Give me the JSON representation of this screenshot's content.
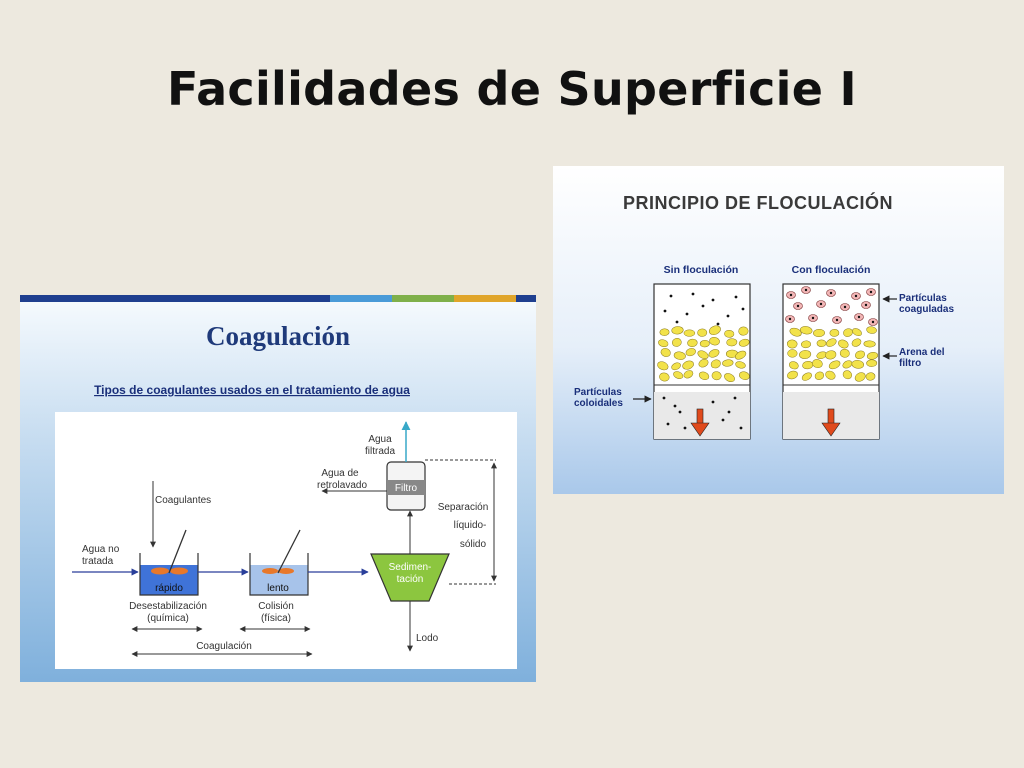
{
  "slide": {
    "title": "Facilidades de Superficie I"
  },
  "coagulation": {
    "heading": "Coagulación",
    "subtitle": "Tipos de coagulantes usados en el tratamiento de agua",
    "labels": {
      "agua_filtrada_1": "Agua",
      "agua_filtrada_2": "filtrada",
      "retrolavado_1": "Agua de",
      "retrolavado_2": "retrolavado",
      "filtro": "Filtro",
      "coagulantes": "Coagulantes",
      "agua_no_tratada_1": "Agua no",
      "agua_no_tratada_2": "tratada",
      "rapido": "rápido",
      "lento": "lento",
      "sedimentacion_1": "Sedimen-",
      "sedimentacion_2": "tación",
      "separacion_1": "Separación",
      "separacion_2": "líquido-",
      "separacion_3": "sólido",
      "desestabilizacion_1": "Desestabilización",
      "desestabilizacion_2": "(química)",
      "colision_1": "Colisión",
      "colision_2": "(física)",
      "lodo": "Lodo",
      "coagulacion_span": "Coagulación"
    },
    "colors": {
      "bar": [
        "#1f3f8f",
        "#4a9bd8",
        "#7fb04a",
        "#e0a52a",
        "#1f3f8f"
      ],
      "sedimentation": "#8cc63f",
      "tank_water": "#3f73d8"
    }
  },
  "flocculation": {
    "heading": "PRINCIPIO DE FLOCULACIÓN",
    "sin_label": "Sin floculación",
    "con_label": "Con floculación",
    "particulas_coaguladas_1": "Partículas",
    "particulas_coaguladas_2": "coaguladas",
    "arena_1": "Arena del",
    "arena_2": "filtro",
    "coloidales_1": "Partículas",
    "coloidales_2": "coloidales",
    "colors": {
      "sand": "#f2e24a",
      "floc": "#f2b6b6",
      "arrow": "#e04a1c"
    }
  }
}
